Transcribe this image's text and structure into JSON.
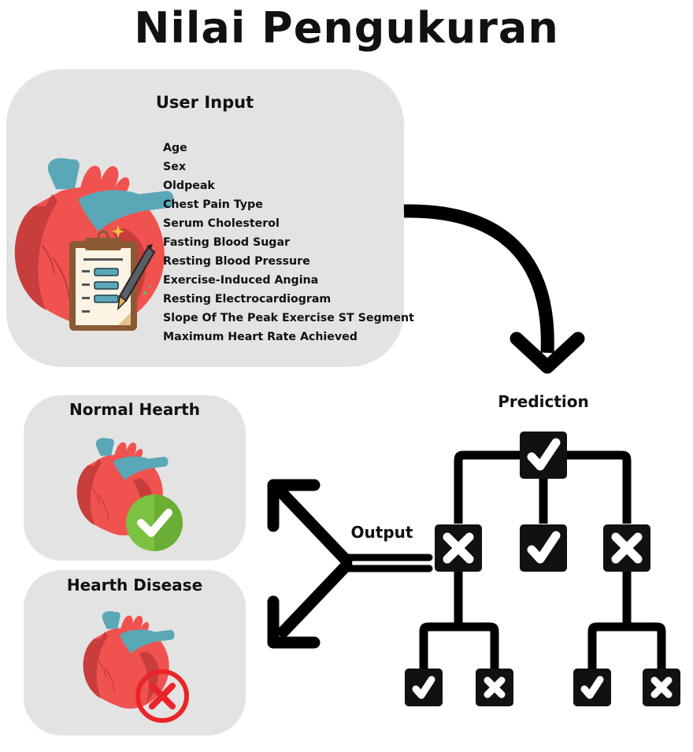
{
  "title": "Nilai Pengukuran",
  "user_input": {
    "title": "User Input",
    "items": [
      "Age",
      "Sex",
      "Oldpeak",
      "Chest Pain Type",
      "Serum Cholesterol",
      "Fasting Blood Sugar",
      "Resting Blood Pressure",
      "Exercise-Induced Angina",
      "Resting Electrocardiogram",
      "Slope Of The Peak Exercise ST Segment",
      "Maximum Heart Rate Achieved"
    ]
  },
  "prediction_label": "Prediction",
  "output_label": "Output",
  "outputs": {
    "normal": "Normal Hearth",
    "disease": "Hearth Disease"
  },
  "colors": {
    "panel": "#e3e3e3",
    "heart_red": "#f0524f",
    "heart_dark": "#c73e3c",
    "vessel_blue": "#5aa7b8",
    "check_green": "#7cc242",
    "cross_red": "#e8262a",
    "clipboard_brown": "#8a5a35"
  },
  "icons": {
    "heart": "heart-icon",
    "clipboard": "clipboard-icon",
    "pen": "pen-icon",
    "check": "check-badge-icon",
    "cross": "cross-badge-icon",
    "tree": "decision-tree-icon"
  }
}
